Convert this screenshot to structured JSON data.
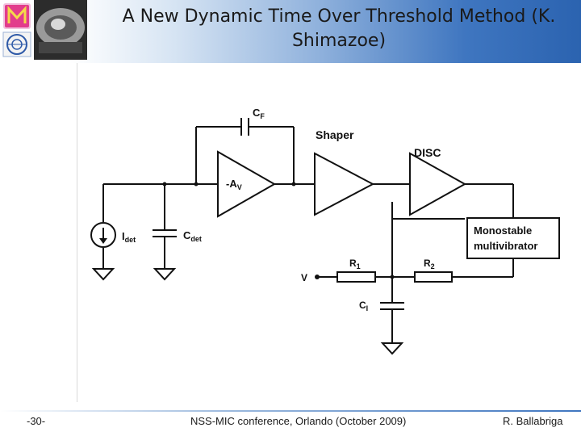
{
  "slide": {
    "title": "A New Dynamic Time Over Threshold Method (K. Shimazoe)",
    "page_number": "-30-",
    "footer_center": "NSS-MIC conference, Orlando (October 2009)",
    "footer_right": "R. Ballabriga"
  },
  "diagram": {
    "feedback_cap": {
      "main": "C",
      "sub": "F"
    },
    "amplifier": {
      "main": "-A",
      "sub": "V"
    },
    "shaper_label": "Shaper",
    "disc_label": "DISC",
    "current_source": {
      "main": "I",
      "sub": "det"
    },
    "detector_cap": {
      "main": "C",
      "sub": "det"
    },
    "monostable_line1": "Monostable",
    "monostable_line2": "multivibrator",
    "r1": {
      "main": "R",
      "sub": "1"
    },
    "r2": {
      "main": "R",
      "sub": "2"
    },
    "v_label": "V",
    "ci": {
      "main": "C",
      "sub": "I"
    }
  },
  "colors": {
    "header_blue": "#2b63b0",
    "wire": "#111111"
  }
}
